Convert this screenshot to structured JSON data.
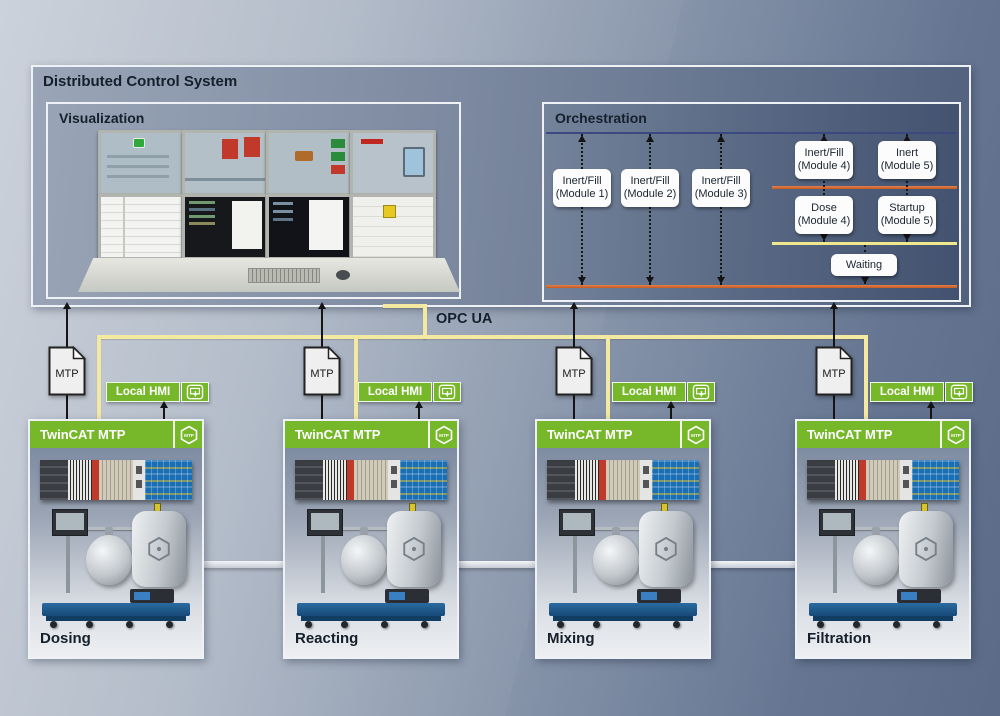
{
  "dcs": {
    "title": "Distributed Control System"
  },
  "visualization": {
    "title": "Visualization"
  },
  "orchestration": {
    "title": "Orchestration",
    "steps": [
      {
        "line1": "Inert/Fill",
        "line2": "(Module 1)"
      },
      {
        "line1": "Inert/Fill",
        "line2": "(Module 2)"
      },
      {
        "line1": "Inert/Fill",
        "line2": "(Module 3)"
      },
      {
        "line1": "Inert/Fill",
        "line2": "(Module 4)"
      },
      {
        "line1": "Inert",
        "line2": "(Module 5)"
      },
      {
        "line1": "Dose",
        "line2": "(Module 4)"
      },
      {
        "line1": "Startup",
        "line2": "(Module 5)"
      },
      {
        "line1": "Waiting",
        "line2": ""
      }
    ]
  },
  "bus": {
    "label": "OPC UA"
  },
  "mtp_file": {
    "label": "MTP"
  },
  "local_hmi": {
    "label": "Local HMI"
  },
  "modules": [
    {
      "header": "TwinCAT MTP",
      "badge": "MTP",
      "name": "Dosing"
    },
    {
      "header": "TwinCAT MTP",
      "badge": "MTP",
      "name": "Reacting"
    },
    {
      "header": "TwinCAT MTP",
      "badge": "MTP",
      "name": "Mixing"
    },
    {
      "header": "TwinCAT MTP",
      "badge": "MTP",
      "name": "Filtration"
    }
  ],
  "colors": {
    "brand_green": "#76b82a",
    "bus_yellow": "#f3e9a1",
    "timeline_blue": "#3a497f",
    "timeline_orange": "#d9682c",
    "timeline_yellow": "#efe88d",
    "text_dark": "#15202c"
  }
}
